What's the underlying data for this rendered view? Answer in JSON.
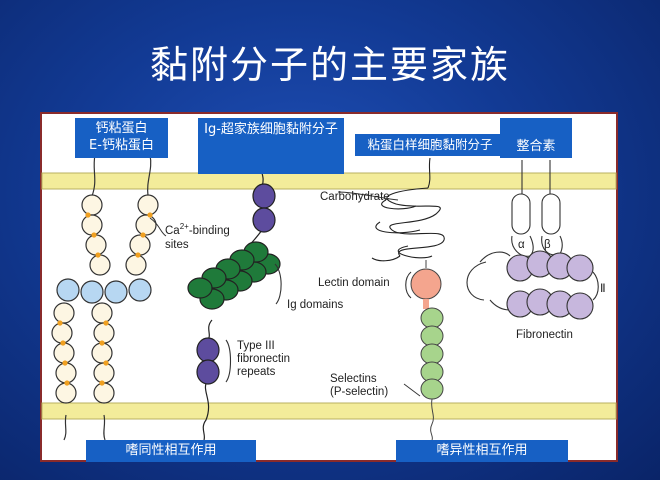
{
  "slide": {
    "title": "黏附分子的主要家族"
  },
  "categories": {
    "cadherin_line1": "钙粘蛋白",
    "cadherin_line2": "E-钙粘蛋白",
    "igsf": "Ig-超家族细胞黏附分子",
    "selectin": "粘蛋白样细胞黏附分子",
    "integrin": "整合素"
  },
  "interactions": {
    "homophilic": "嗜同性相互作用",
    "heterophilic": "嗜异性相互作用"
  },
  "diagram_labels": {
    "ca_binding_pre": "Ca",
    "ca_binding_sup": "2+",
    "ca_binding_post": "-binding",
    "sites": "sites",
    "ig_domains": "Ig domains",
    "type3_l1": "Type III",
    "type3_l2": "fibronectin",
    "type3_l3": "repeats",
    "carbohydrate": "Carbohydrate",
    "lectin_domain": "Lectin domain",
    "selectins_l1": "Selectins",
    "selectins_l2": "(P-selectin)",
    "alpha": "α",
    "beta": "β",
    "fibronectin": "Fibronectin",
    "roman_two": "Ⅱ"
  },
  "colors": {
    "membrane": "#f3ec9a",
    "cadherin_bead": "#fdf6e3",
    "calcium_dot": "#f0a020",
    "cadherin_join": "#b7d7f2",
    "ig_purple": "#5d4c9e",
    "ig_green": "#1f7a3a",
    "lectin": "#f4a58e",
    "selectin_green": "#a7d48c",
    "fibronectin": "#c7b7dd",
    "label_bg": "#1760c4"
  }
}
